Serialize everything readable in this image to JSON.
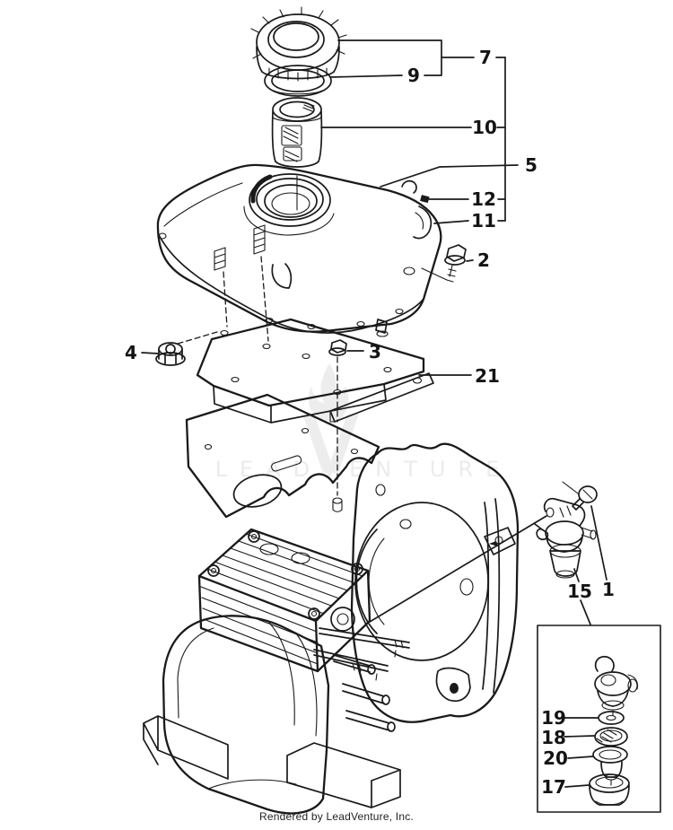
{
  "diagram": {
    "watermark_text": "LEADVENTURE",
    "footer_credit": "Rendered by LeadVenture, Inc.",
    "ink_color": "#1a1a1a",
    "watermark_color": "#ebebeb",
    "background_color": "#ffffff"
  },
  "callouts": [
    {
      "num": "7"
    },
    {
      "num": "9"
    },
    {
      "num": "10"
    },
    {
      "num": "5"
    },
    {
      "num": "12"
    },
    {
      "num": "11"
    },
    {
      "num": "2"
    },
    {
      "num": "4"
    },
    {
      "num": "3"
    },
    {
      "num": "21"
    },
    {
      "num": "15"
    },
    {
      "num": "1"
    },
    {
      "num": "19"
    },
    {
      "num": "18"
    },
    {
      "num": "20"
    },
    {
      "num": "17"
    }
  ]
}
